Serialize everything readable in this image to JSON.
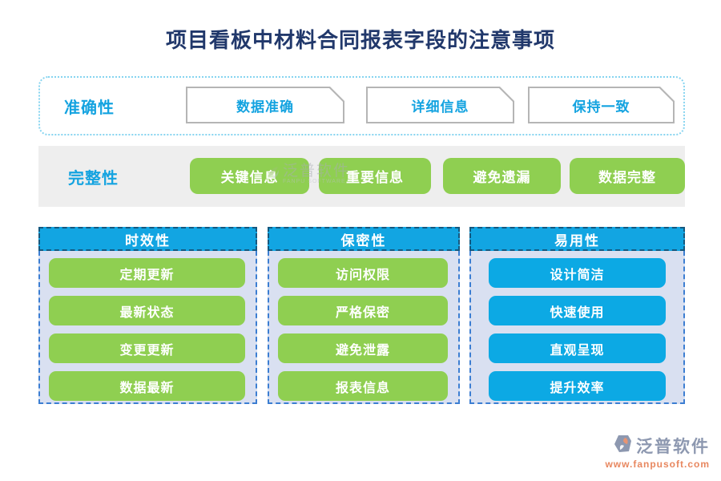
{
  "title": "项目看板中材料合同报表字段的注意事项",
  "rows": [
    {
      "label": "准确性",
      "items": [
        "数据准确",
        "详细信息",
        "保持一致"
      ]
    },
    {
      "label": "完整性",
      "items": [
        "关键信息",
        "重要信息",
        "避免遗漏",
        "数据完整"
      ]
    }
  ],
  "columns": [
    {
      "header": "时效性",
      "style": "green",
      "items": [
        "定期更新",
        "最新状态",
        "变更更新",
        "数据最新"
      ]
    },
    {
      "header": "保密性",
      "style": "green",
      "items": [
        "访问权限",
        "严格保密",
        "避免泄露",
        "报表信息"
      ]
    },
    {
      "header": "易用性",
      "style": "blue",
      "items": [
        "设计简洁",
        "快速使用",
        "直观呈现",
        "提升效率"
      ]
    }
  ],
  "watermark": {
    "text": "泛普软件",
    "subtext": "FANPU SOFTWARE"
  },
  "footer": {
    "brand": "泛普软件",
    "url": "www.fanpusoft.com"
  },
  "colors": {
    "title_navy": "#21386b",
    "accent_blue": "#14a3e0",
    "header_blue": "#12a5e2",
    "green": "#8fcf51",
    "column_bg": "#d9e0f1",
    "row2_bg": "#eeeeee",
    "brand_gray": "#8d98b0",
    "brand_orange": "#e8875f"
  }
}
